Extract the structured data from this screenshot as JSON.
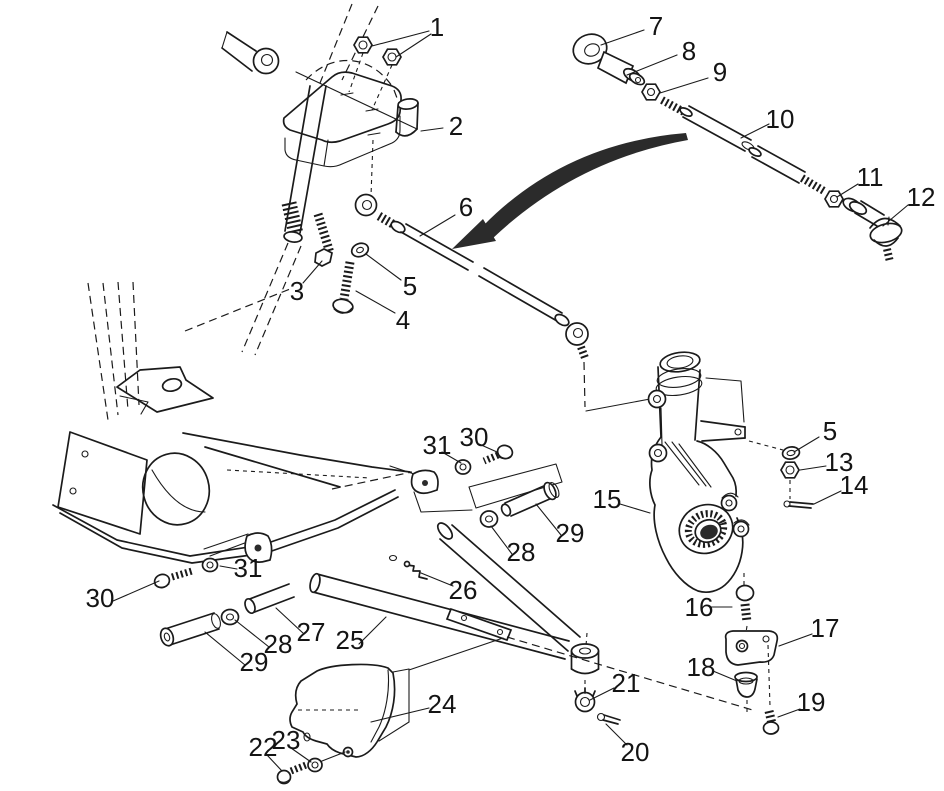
{
  "figure": {
    "kind": "exploded-parts-line-diagram",
    "description": "Black-and-white exploded view of a steering / A-arm and strut-knuckle assembly with numbered callouts"
  },
  "callouts": [
    {
      "label": "1"
    },
    {
      "label": "2"
    },
    {
      "label": "3"
    },
    {
      "label": "4"
    },
    {
      "label": "5"
    },
    {
      "label": "6"
    },
    {
      "label": "7"
    },
    {
      "label": "8"
    },
    {
      "label": "9"
    },
    {
      "label": "10"
    },
    {
      "label": "11"
    },
    {
      "label": "12"
    },
    {
      "label": "5"
    },
    {
      "label": "13"
    },
    {
      "label": "14"
    },
    {
      "label": "15"
    },
    {
      "label": "16"
    },
    {
      "label": "17"
    },
    {
      "label": "18"
    },
    {
      "label": "19"
    },
    {
      "label": "20"
    },
    {
      "label": "21"
    },
    {
      "label": "22"
    },
    {
      "label": "23"
    },
    {
      "label": "24"
    },
    {
      "label": "25"
    },
    {
      "label": "26"
    },
    {
      "label": "27"
    },
    {
      "label": "28"
    },
    {
      "label": "29"
    },
    {
      "label": "30"
    },
    {
      "label": "31"
    },
    {
      "label": "28"
    },
    {
      "label": "29"
    },
    {
      "label": "30"
    },
    {
      "label": "31"
    }
  ]
}
